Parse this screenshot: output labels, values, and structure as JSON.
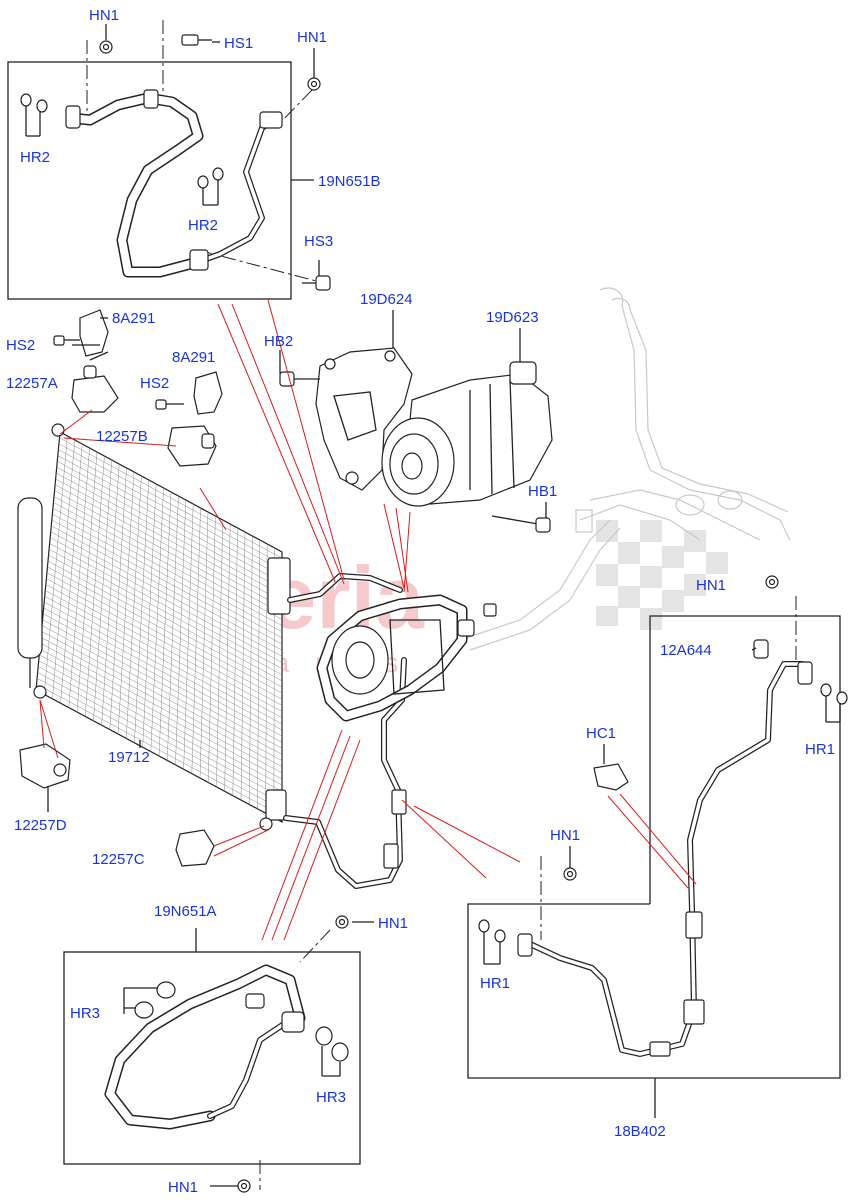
{
  "watermark": {
    "main": "scuderia",
    "sub": "parts"
  },
  "labels": {
    "hn1_top": "HN1",
    "hs1": "HS1",
    "hn1_right": "HN1",
    "hr2_left": "HR2",
    "hr2_mid": "HR2",
    "n19n651b": "19N651B",
    "hs3": "HS3",
    "a8a291_1": "8A291",
    "hs2_1": "HS2",
    "a12257a": "12257A",
    "a8a291_2": "8A291",
    "hs2_2": "HS2",
    "a12257b": "12257B",
    "hb2": "HB2",
    "a19d624": "19D624",
    "a19d623": "19D623",
    "hb1": "HB1",
    "hn1_18b": "HN1",
    "a12a644": "12A644",
    "hr1_right": "HR1",
    "hc1": "HC1",
    "hn1_mid": "HN1",
    "hr1_left": "HR1",
    "n18b402": "18B402",
    "a19712": "19712",
    "a12257d": "12257D",
    "a12257c": "12257C",
    "n19n651a": "19N651A",
    "hn1_bl": "HN1",
    "hr3_left": "HR3",
    "hr3_right": "HR3",
    "hn1_bottom": "HN1"
  },
  "colors": {
    "callout": "#1a35d6",
    "leader_red": "#d81e1e",
    "line": "#222222",
    "watermark": "#f6c9cc"
  }
}
